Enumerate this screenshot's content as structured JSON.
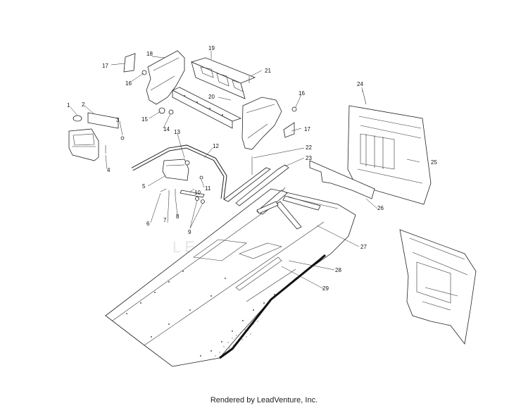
{
  "watermark": "LEADVENTURE",
  "footer_text": "Rendered by LeadVenture, Inc.",
  "callouts": [
    "1",
    "2",
    "3",
    "4",
    "5",
    "6",
    "7",
    "8",
    "9",
    "10",
    "11",
    "12",
    "13",
    "14",
    "15",
    "16",
    "16",
    "17",
    "17",
    "18",
    "19",
    "20",
    "21",
    "22",
    "23",
    "24",
    "25",
    "26",
    "27",
    "28",
    "29"
  ]
}
